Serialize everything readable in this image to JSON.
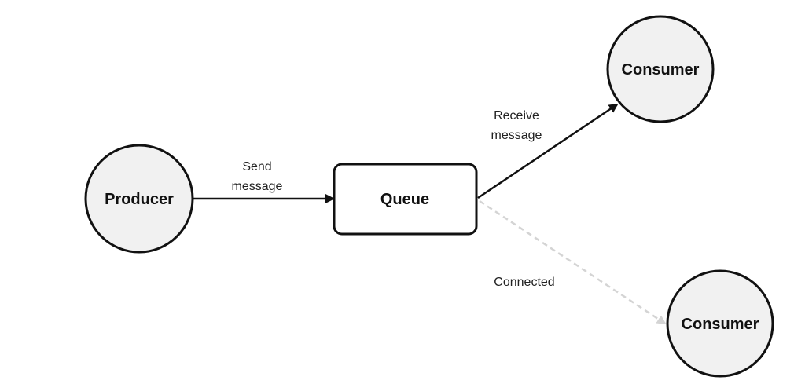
{
  "nodes": {
    "producer": {
      "label": "Producer"
    },
    "queue": {
      "label": "Queue"
    },
    "consumer_top": {
      "label": "Consumer"
    },
    "consumer_bottom": {
      "label": "Consumer"
    }
  },
  "edges": {
    "send": {
      "label_line1": "Send",
      "label_line2": "message"
    },
    "receive": {
      "label_line1": "Receive",
      "label_line2": "message"
    },
    "connected": {
      "label": "Connected"
    }
  },
  "colors": {
    "node_fill": "#f1f1f1",
    "node_stroke": "#111111",
    "edge_solid": "#111111",
    "edge_dashed": "#d4d4d4"
  }
}
